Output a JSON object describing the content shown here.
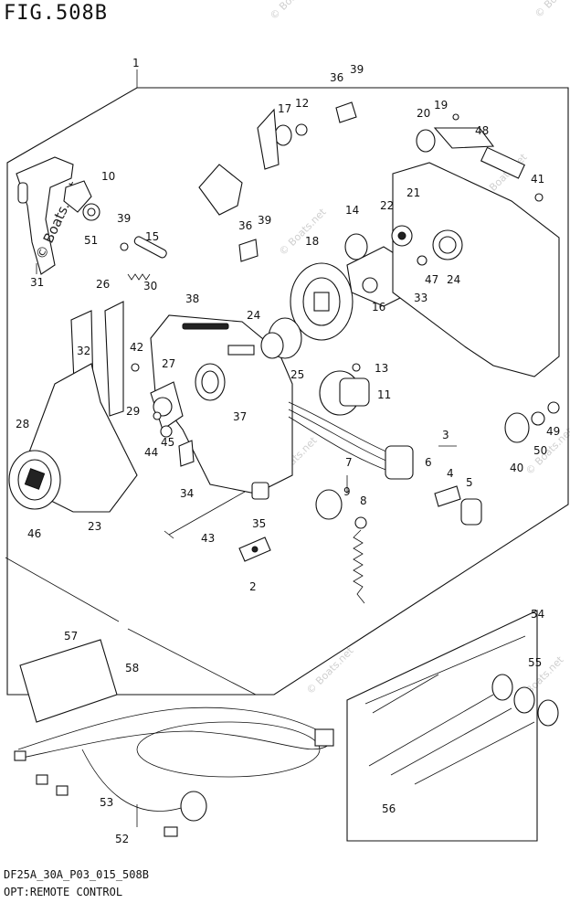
{
  "figure": {
    "title": "FIG.508B",
    "code": "DF25A_30A_P03_015_508B",
    "description": "OPT:REMOTE CONTROL"
  },
  "brand_watermark": "© Boats.net",
  "watermark_text": "© Boats.net",
  "callouts": [
    "1",
    "2",
    "3",
    "4",
    "5",
    "6",
    "7",
    "8",
    "9",
    "10",
    "11",
    "12",
    "13",
    "14",
    "15",
    "16",
    "17",
    "18",
    "19",
    "20",
    "21",
    "22",
    "23",
    "24",
    "24",
    "25",
    "26",
    "27",
    "28",
    "29",
    "30",
    "31",
    "32",
    "33",
    "34",
    "35",
    "36",
    "36",
    "37",
    "38",
    "39",
    "39",
    "39",
    "40",
    "41",
    "42",
    "43",
    "44",
    "45",
    "46",
    "47",
    "48",
    "49",
    "50",
    "51",
    "52",
    "53",
    "54",
    "55",
    "56",
    "57",
    "58"
  ]
}
